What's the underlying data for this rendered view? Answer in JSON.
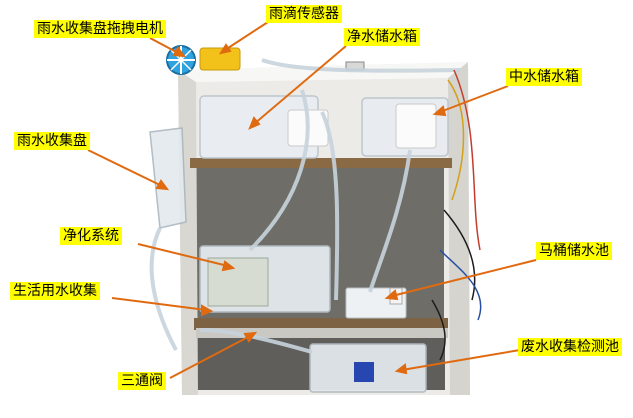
{
  "labels": {
    "tray_motor": "雨水收集盘拖拽电机",
    "rain_sensor": "雨滴传感器",
    "clean_tank": "净水储水箱",
    "grey_tank": "中水储水箱",
    "rain_tray": "雨水收集盘",
    "purifier": "净化系统",
    "domestic_collect": "生活用水收集",
    "toilet_tank": "马桶储水池",
    "three_way_valve": "三通阀",
    "waste_detect": "废水收集检测池"
  },
  "colors": {
    "label_bg": "#ffff00",
    "arrow": "#e06a10",
    "cardboard": "#f2f2f0",
    "shelf": "#8a6a45",
    "interior": "#5a5a55"
  }
}
